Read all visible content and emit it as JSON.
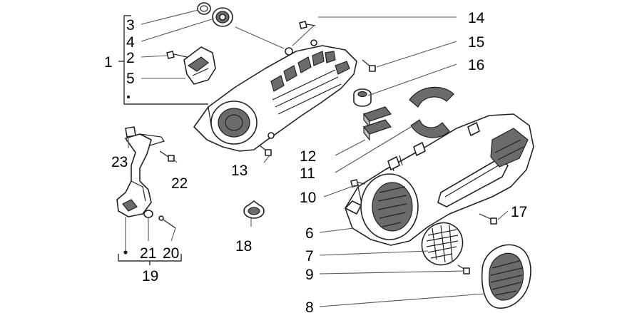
{
  "diagram": {
    "labels": {
      "l1": "1",
      "l2": "2",
      "l3": "3",
      "l4": "4",
      "l5": "5",
      "l6": "6",
      "l7": "7",
      "l8": "8",
      "l9": "9",
      "l10": "10",
      "l11": "11",
      "l12": "12",
      "l13": "13",
      "l14": "14",
      "l15": "15",
      "l16": "16",
      "l17": "17",
      "l18": "18",
      "l19": "19",
      "l20": "20",
      "l21": "21",
      "l22": "22",
      "l23": "23"
    },
    "colors": {
      "ink": "#222222",
      "shade": "#6b6b6b",
      "background": "#ffffff"
    }
  }
}
